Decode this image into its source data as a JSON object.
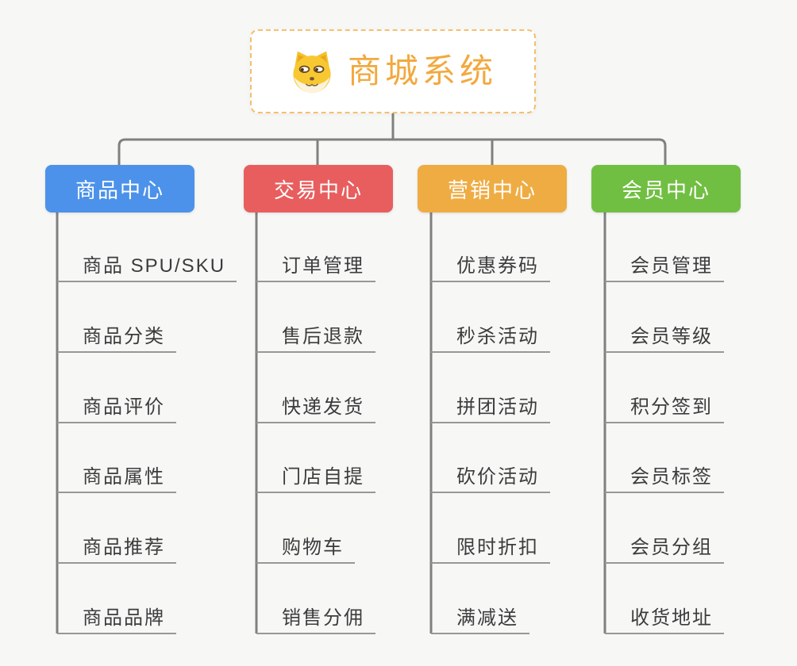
{
  "root": {
    "title": "商城系统",
    "icon": "doge-icon",
    "title_color": "#f2a93e",
    "border_color": "#f4c06e"
  },
  "branches": [
    {
      "label": "商品中心",
      "color": "#4c92ea",
      "children": [
        "商品 SPU/SKU",
        "商品分类",
        "商品评价",
        "商品属性",
        "商品推荐",
        "商品品牌"
      ]
    },
    {
      "label": "交易中心",
      "color": "#e85e5e",
      "children": [
        "订单管理",
        "售后退款",
        "快递发货",
        "门店自提",
        "购物车",
        "销售分佣"
      ]
    },
    {
      "label": "营销中心",
      "color": "#efac43",
      "children": [
        "优惠券码",
        "秒杀活动",
        "拼团活动",
        "砍价活动",
        "限时折扣",
        "满减送"
      ]
    },
    {
      "label": "会员中心",
      "color": "#71bf42",
      "children": [
        "会员管理",
        "会员等级",
        "积分签到",
        "会员标签",
        "会员分组",
        "收货地址"
      ]
    }
  ],
  "connector_color": "#808080",
  "background_color": "#f7f7f6"
}
